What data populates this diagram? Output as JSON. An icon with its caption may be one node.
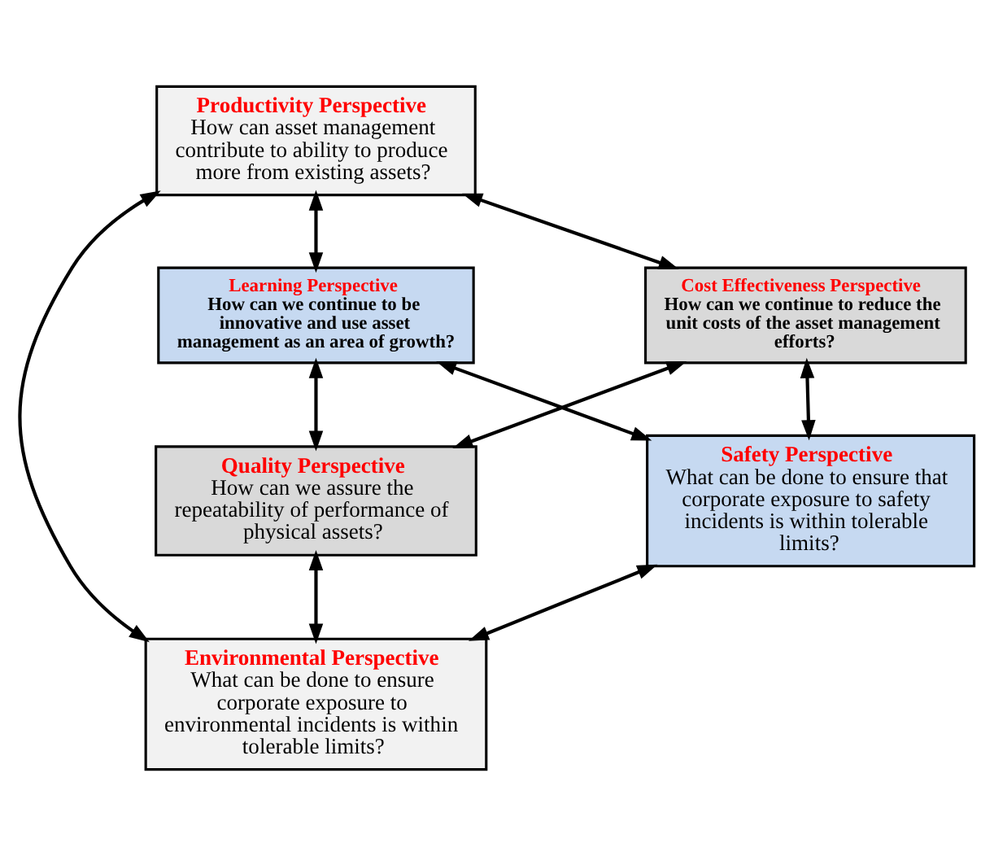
{
  "diagram": {
    "nodes": [
      {
        "text": [
          "Productivity Perspective",
          "How can asset management contribute to ability to produce more from existing assets?"
        ]
      },
      {
        "text": [
          "Cost Effectiveness Perspective",
          "How can we continue to reduce the unit costs of the asset management efforts?"
        ]
      },
      {
        "text": [
          "Learning Perspective",
          "How can we continue to be innovative and use asset management as an area of growth?"
        ]
      },
      {
        "text": [
          "Safety Perspective",
          "What can be done to ensure that corporate exposure to safety incidents is within tolerable limits?"
        ]
      },
      {
        "text": [
          "Quality Perspective",
          "How can we assure the repeatability of performance of physical assets?"
        ]
      },
      {
        "text": [
          "Environmental Perspective",
          "What can be done to ensure corporate exposure to environmental incidents is within tolerable limits?"
        ]
      }
    ],
    "edges": [
      {
        "from": 0,
        "to": 1,
        "arrow": "both"
      },
      {
        "from": 0,
        "to": 2,
        "arrow": "both"
      },
      {
        "from": 0,
        "to": 5,
        "arrow": "both"
      },
      {
        "from": 1,
        "to": 3,
        "arrow": "both"
      },
      {
        "from": 2,
        "to": 4,
        "arrow": "both"
      },
      {
        "from": 1,
        "to": 4,
        "arrow": "both"
      },
      {
        "from": 2,
        "to": 3,
        "arrow": "both"
      },
      {
        "from": 3,
        "to": 5,
        "arrow": "both"
      },
      {
        "from": 4,
        "to": 5,
        "arrow": "both"
      }
    ]
  }
}
